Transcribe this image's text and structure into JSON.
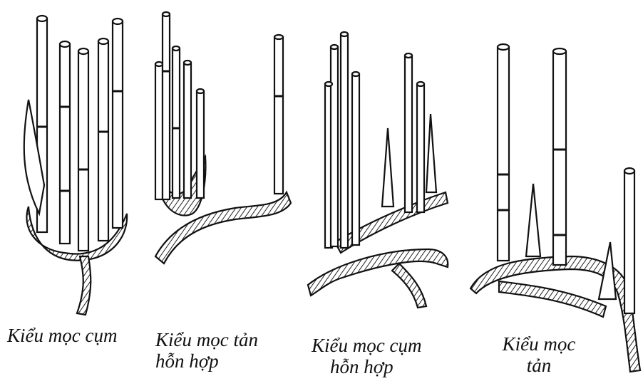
{
  "captions": [
    {
      "line1": "Kiểu mọc cụm",
      "line2": ""
    },
    {
      "line1": "Kiểu mọc tản",
      "line2": "hỗn hợp"
    },
    {
      "line1": "Kiểu mọc cụm",
      "line2": "hỗn hợp"
    },
    {
      "line1": "Kiểu mọc",
      "line2": "tản"
    }
  ],
  "colors": {
    "ink": "#111111",
    "background": "#ffffff"
  }
}
